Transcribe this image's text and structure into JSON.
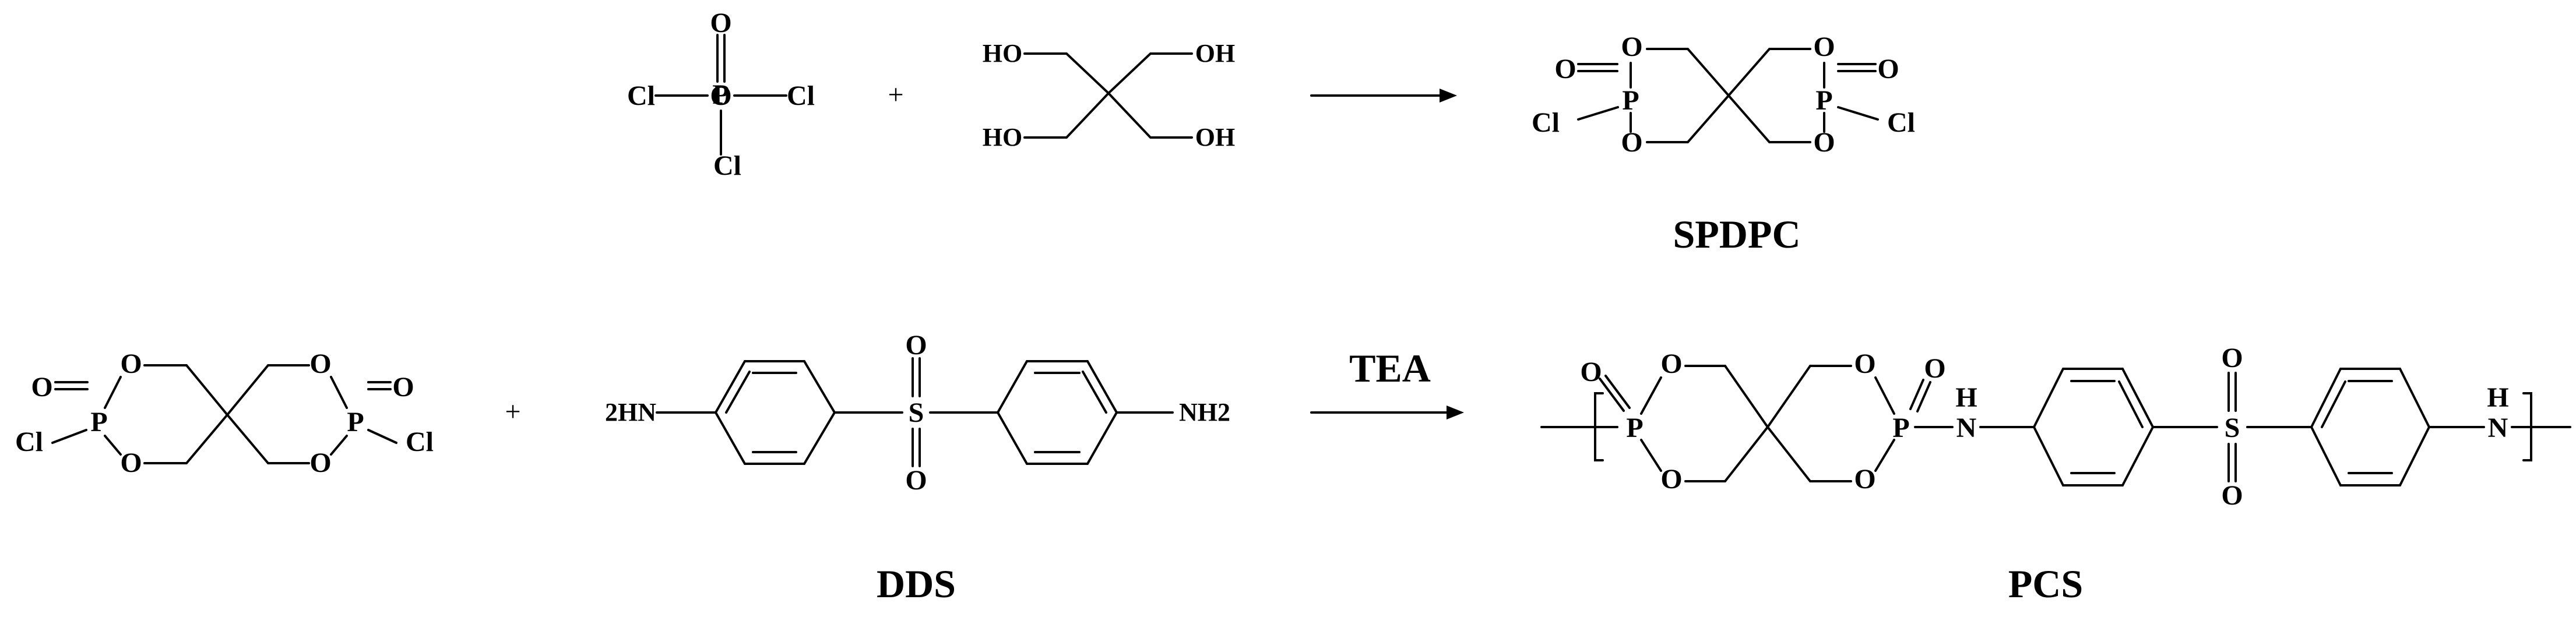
{
  "atoms": {
    "cl": "Cl",
    "p": "P",
    "o": "O",
    "s": "S",
    "h": "H",
    "n": "N",
    "ho": "HO",
    "oh": "OH",
    "nh2_left": "2HN",
    "nh2_right": "NH2"
  },
  "operators": {
    "plus": "+"
  },
  "reagents": {
    "tea": "TEA"
  },
  "compound_labels": {
    "spdpc": "SPDPC",
    "dds": "DDS",
    "pcs": "PCS"
  }
}
